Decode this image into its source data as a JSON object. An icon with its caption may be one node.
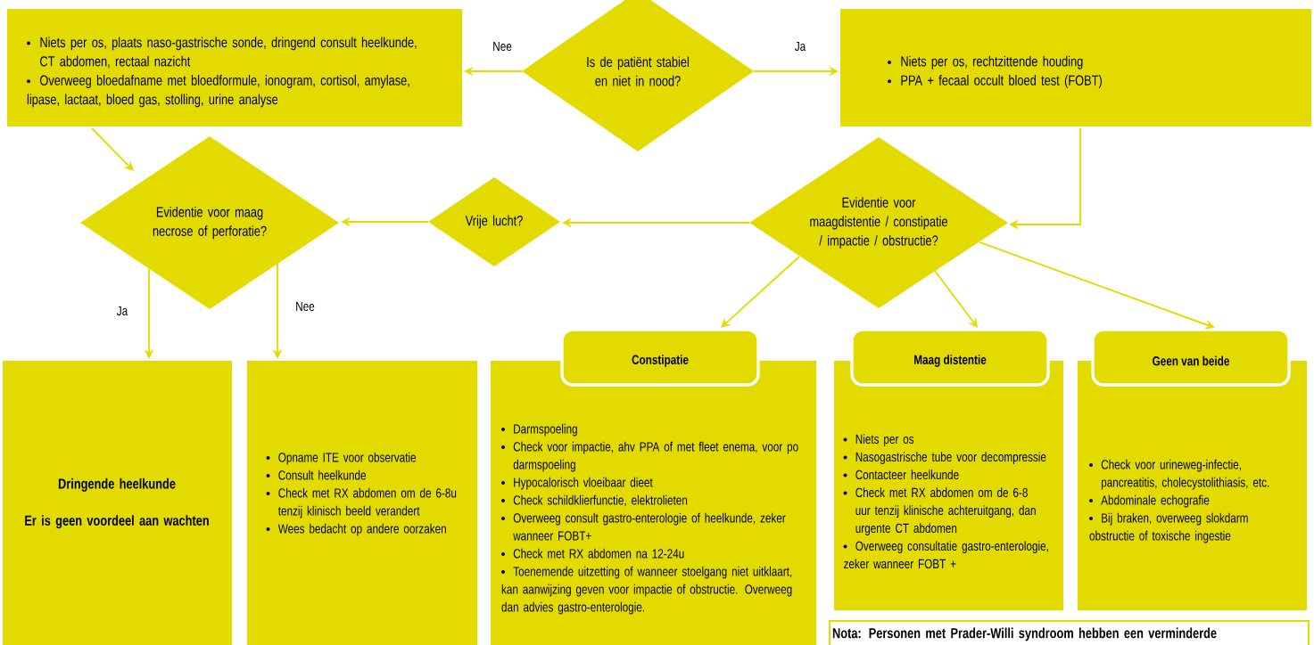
{
  "diagram": {
    "nodes": [
      {
        "text": [
          "Is de patiënt stabiel en niet in nood?"
        ]
      },
      {
        "text": [
          "Niets per os, plaats naso-gastrische sonde, dringend consult heelkunde, CT abdomen, rectaal nazicht",
          "Overweeg bloedafname met bloedformule, ionogram, cortisol, amylase, lipase, lactaat, bloed gas, stolling, urine analyse"
        ]
      },
      {
        "text": [
          "Niets per os, rechtzittende houding",
          "PPA + fecaal occult bloed test (FOBT)"
        ]
      },
      {
        "text": [
          "Evidentie voor maag necrose of perforatie?"
        ]
      },
      {
        "text": [
          "Vrije lucht?"
        ]
      },
      {
        "text": [
          "Evidentie voor maagdistentie / constipatie / impactie / obstructie?"
        ]
      },
      {
        "text": [
          "Dringende heelkunde",
          "Er is geen voordeel aan wachten"
        ]
      },
      {
        "text": [
          "Opname ITE voor observatie",
          "Consult heelkunde",
          "Check met RX abdomen om de 6-8u tenzij klinisch beeld verandert",
          "Wees bedacht op andere oorzaken"
        ]
      },
      {
        "text": [
          "Constipatie",
          "Darmspoeling",
          "Check voor impactie, ahv PPA of met fleet enema, voor po darmspoeling",
          "Hypocalorisch vloeibaar dieet",
          "Check schildklierfunctie, elektrolieten",
          "Overweeg consult gastro-enterologie of heelkunde, zeker wanneer FOBT+",
          "Check met RX abdomen na 12-24u",
          "Toenemende uitzetting of wanneer stoelgang niet uitklaart, kan aanwijzing geven voor impactie of obstructie. Overweeg dan advies gastro-enterologie."
        ]
      },
      {
        "text": [
          "Maag distentie",
          "Niets per os",
          "Nasogastrische tube voor decompressie",
          "Contacteer heelkunde",
          "Check met RX abdomen om de 6-8 uur tenzij klinische achteruitgang, dan urgente CT abdomen",
          "Overweeg consultatie gastro-enterologie, zeker wanneer FOBT +"
        ]
      },
      {
        "text": [
          "Geen van beide",
          "Check voor urineweg-infectie, pancreatitis, cholecystolithiasis, etc.",
          "Abdominale echografie",
          "Bij braken, overweeg slokdarm obstructie of toxische ingestie"
        ]
      },
      {
        "text": [
          "Nota: Personen met Prader-Willi syndroom hebben een verminderde"
        ]
      }
    ],
    "edges": [
      {
        "from": 0,
        "to": 1,
        "arrow": "to",
        "label": "Nee"
      },
      {
        "from": 0,
        "to": 2,
        "arrow": "to",
        "label": "Ja"
      },
      {
        "from": 1,
        "to": 3,
        "arrow": "to"
      },
      {
        "from": 2,
        "to": 5,
        "arrow": "to"
      },
      {
        "from": 5,
        "to": 4,
        "arrow": "to"
      },
      {
        "from": 4,
        "to": 3,
        "arrow": "to"
      },
      {
        "from": 3,
        "to": 6,
        "arrow": "to",
        "label": "Ja"
      },
      {
        "from": 3,
        "to": 7,
        "arrow": "to",
        "label": "Nee"
      },
      {
        "from": 5,
        "to": 8,
        "arrow": "to"
      },
      {
        "from": 5,
        "to": 9,
        "arrow": "to"
      },
      {
        "from": 5,
        "to": 10,
        "arrow": "to"
      }
    ]
  }
}
